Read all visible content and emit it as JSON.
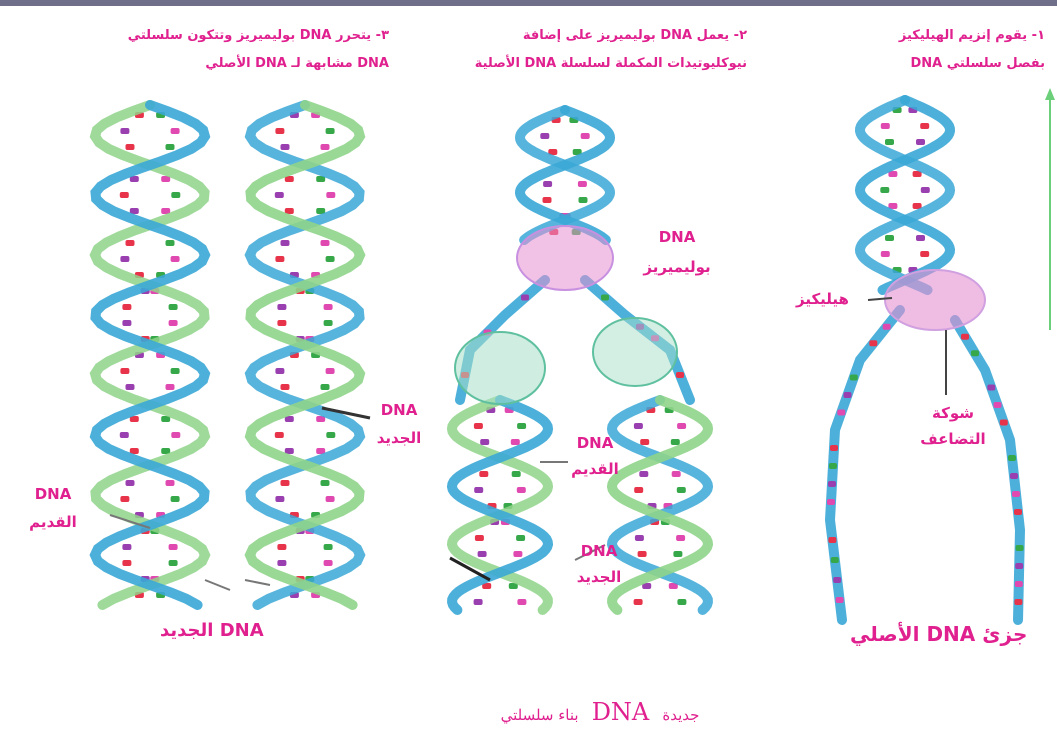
{
  "steps": {
    "step1": {
      "line1": "١- يقوم إنزيم الهيليكيز",
      "line2": "بفصل سلسلتي DNA"
    },
    "step2": {
      "line1": "٢- يعمل DNA بوليميريز على إضافة",
      "line2": "نيوكليوتيدات المكملة لسلسلة DNA الأصلية"
    },
    "step3": {
      "line1": "٣- يتحرر DNA بوليميريز وتتكون سلسلتي",
      "line2": "DNA مشابهة لـ DNA الأصلي"
    }
  },
  "labels": {
    "helicase": "هيليكيز",
    "fork_line1": "شوكة",
    "fork_line2": "التضاعف",
    "polymerase_line1": "DNA",
    "polymerase_line2": "بوليميريز",
    "original_molecule": "جزئ DNA الأصلي",
    "old_strand_center_l1": "DNA",
    "old_strand_center_l2": "القديم",
    "new_strand_center_l1": "DNA",
    "new_strand_center_l2": "الجديد",
    "new_strand_left_l1": "DNA",
    "new_strand_left_l2": "الجديد",
    "old_strand_left_l1": "DNA",
    "old_strand_left_l2": "القديم",
    "new_strand_bottom": "الجديد DNA"
  },
  "caption": {
    "pre": "بناء سلسلتي",
    "dna": "DNA",
    "post": "جديدة"
  },
  "colors": {
    "label": "#e0208e",
    "backbone_old": "#3aa7d6",
    "backbone_new": "#8fd48a",
    "base_red": "#e8344a",
    "base_green": "#37a84a",
    "base_purple": "#9a3fb0",
    "base_pink": "#e04ab0",
    "enzyme_pink": "#e58fd0",
    "enzyme_green": "#a8e0c8"
  }
}
